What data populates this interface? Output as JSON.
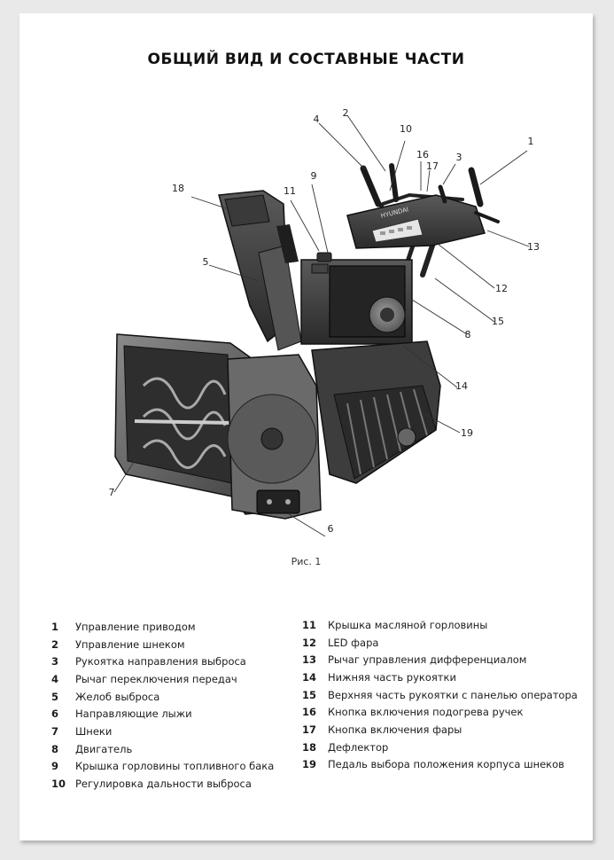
{
  "title": "ОБЩИЙ ВИД И СОСТАВНЫЕ ЧАСТИ",
  "caption": "Рис. 1",
  "brand_logo_text": "HYUNDAI",
  "callouts": [
    "1",
    "2",
    "3",
    "4",
    "5",
    "6",
    "7",
    "8",
    "9",
    "10",
    "11",
    "12",
    "13",
    "14",
    "15",
    "16",
    "17",
    "18",
    "19"
  ],
  "legend_left": [
    {
      "num": "1",
      "text": "Управление приводом"
    },
    {
      "num": "2",
      "text": "Управление шнеком"
    },
    {
      "num": "3",
      "text": "Рукоятка направления выброса"
    },
    {
      "num": "4",
      "text": "Рычаг переключения передач"
    },
    {
      "num": "5",
      "text": "Желоб выброса"
    },
    {
      "num": "6",
      "text": "Направляющие лыжи"
    },
    {
      "num": "7",
      "text": "Шнеки"
    },
    {
      "num": "8",
      "text": "Двигатель"
    },
    {
      "num": "9",
      "text": "Крышка горловины топливного бака"
    },
    {
      "num": "10",
      "text": "Регулировка дальности выброса"
    }
  ],
  "legend_right": [
    {
      "num": "11",
      "text": "Крышка масляной горловины"
    },
    {
      "num": "12",
      "text": "LED фара"
    },
    {
      "num": "13",
      "text": "Рычаг управления дифференциалом"
    },
    {
      "num": "14",
      "text": "Нижняя часть рукоятки"
    },
    {
      "num": "15",
      "text": "Верхняя часть рукоятки с панелью оператора"
    },
    {
      "num": "16",
      "text": "Кнопка включения подогрева ручек"
    },
    {
      "num": "17",
      "text": "Кнопка включения фары"
    },
    {
      "num": "18",
      "text": "Дефлектор"
    },
    {
      "num": "19",
      "text": "Педаль выбора положения корпуса шнеков"
    }
  ]
}
